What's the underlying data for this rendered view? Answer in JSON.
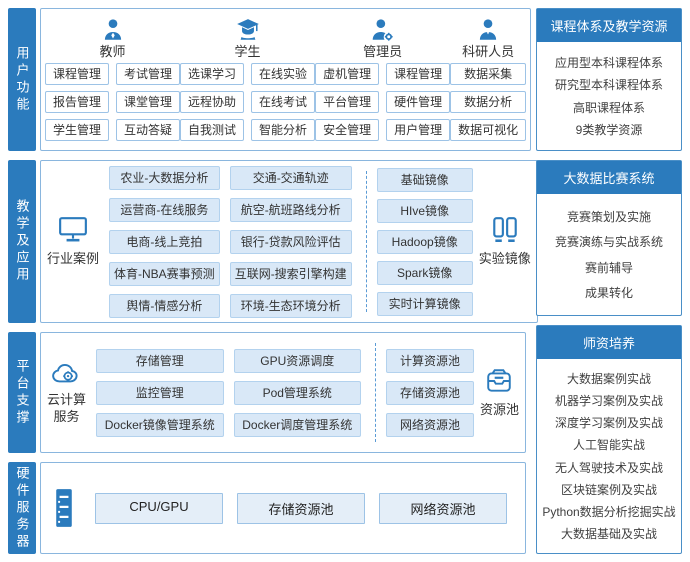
{
  "colors": {
    "primary_blue": "#2b7bbd",
    "content_border": "#8ab6de",
    "box_border": "#9dc3e6",
    "filled_box_bg": "#d9e8f7",
    "panel_border": "#4a8fc7"
  },
  "left_sections": {
    "user_functions": {
      "title": "用户功能",
      "groups": [
        {
          "name": "教师",
          "items": [
            "课程管理",
            "考试管理",
            "报告管理",
            "课堂管理",
            "学生管理",
            "互动答疑"
          ]
        },
        {
          "name": "学生",
          "items": [
            "选课学习",
            "在线实验",
            "远程协助",
            "在线考试",
            "自我测试",
            "智能分析"
          ]
        },
        {
          "name": "管理员",
          "items": [
            "虚机管理",
            "课程管理",
            "平台管理",
            "硬件管理",
            "安全管理",
            "用户管理"
          ]
        },
        {
          "name": "科研人员",
          "items": [
            "数据采集",
            "数据分析",
            "数据可视化"
          ]
        }
      ]
    },
    "teaching_apps": {
      "title": "教学及应用",
      "industry_cases_label": "行业案例",
      "cases_col1": [
        "农业-大数据分析",
        "运营商-在线服务",
        "电商-线上竞拍",
        "体育-NBA赛事预测",
        "舆情-情感分析"
      ],
      "cases_col2": [
        "交通-交通轨迹",
        "航空-航班路线分析",
        "银行-贷款风险评估",
        "互联网-搜索引擎构建",
        "环境-生态环境分析"
      ],
      "images": [
        "基础镜像",
        "HIve镜像",
        "Hadoop镜像",
        "Spark镜像",
        "实时计算镜像"
      ],
      "images_label": "实验镜像"
    },
    "platform_support": {
      "title": "平台支撑",
      "cloud_label_line1": "云计算",
      "cloud_label_line2": "服务",
      "services_col1": [
        "存储管理",
        "监控管理",
        "Docker镜像管理系统"
      ],
      "services_col2": [
        "GPU资源调度",
        "Pod管理系统",
        "Docker调度管理系统"
      ],
      "pools": [
        "计算资源池",
        "存储资源池",
        "网络资源池"
      ],
      "pools_label": "资源池"
    },
    "hardware": {
      "title": "硬件服务器",
      "items": [
        "CPU/GPU",
        "存储资源池",
        "网络资源池"
      ]
    }
  },
  "right_panels": [
    {
      "title": "课程体系及教学资源",
      "items": [
        "应用型本科课程体系",
        "研究型本科课程体系",
        "高职课程体系",
        "9类教学资源"
      ]
    },
    {
      "title": "大数据比赛系统",
      "items": [
        "竞赛策划及实施",
        "竞赛演练与实战系统",
        "赛前辅导",
        "成果转化"
      ]
    },
    {
      "title": "师资培养",
      "items": [
        "大数据案例实战",
        "机器学习案例及实战",
        "深度学习案例及实战",
        "人工智能实战",
        "无人驾驶技术及实战",
        "区块链案例及实战",
        "Python数据分析挖掘实战",
        "大数据基础及实战"
      ]
    }
  ]
}
